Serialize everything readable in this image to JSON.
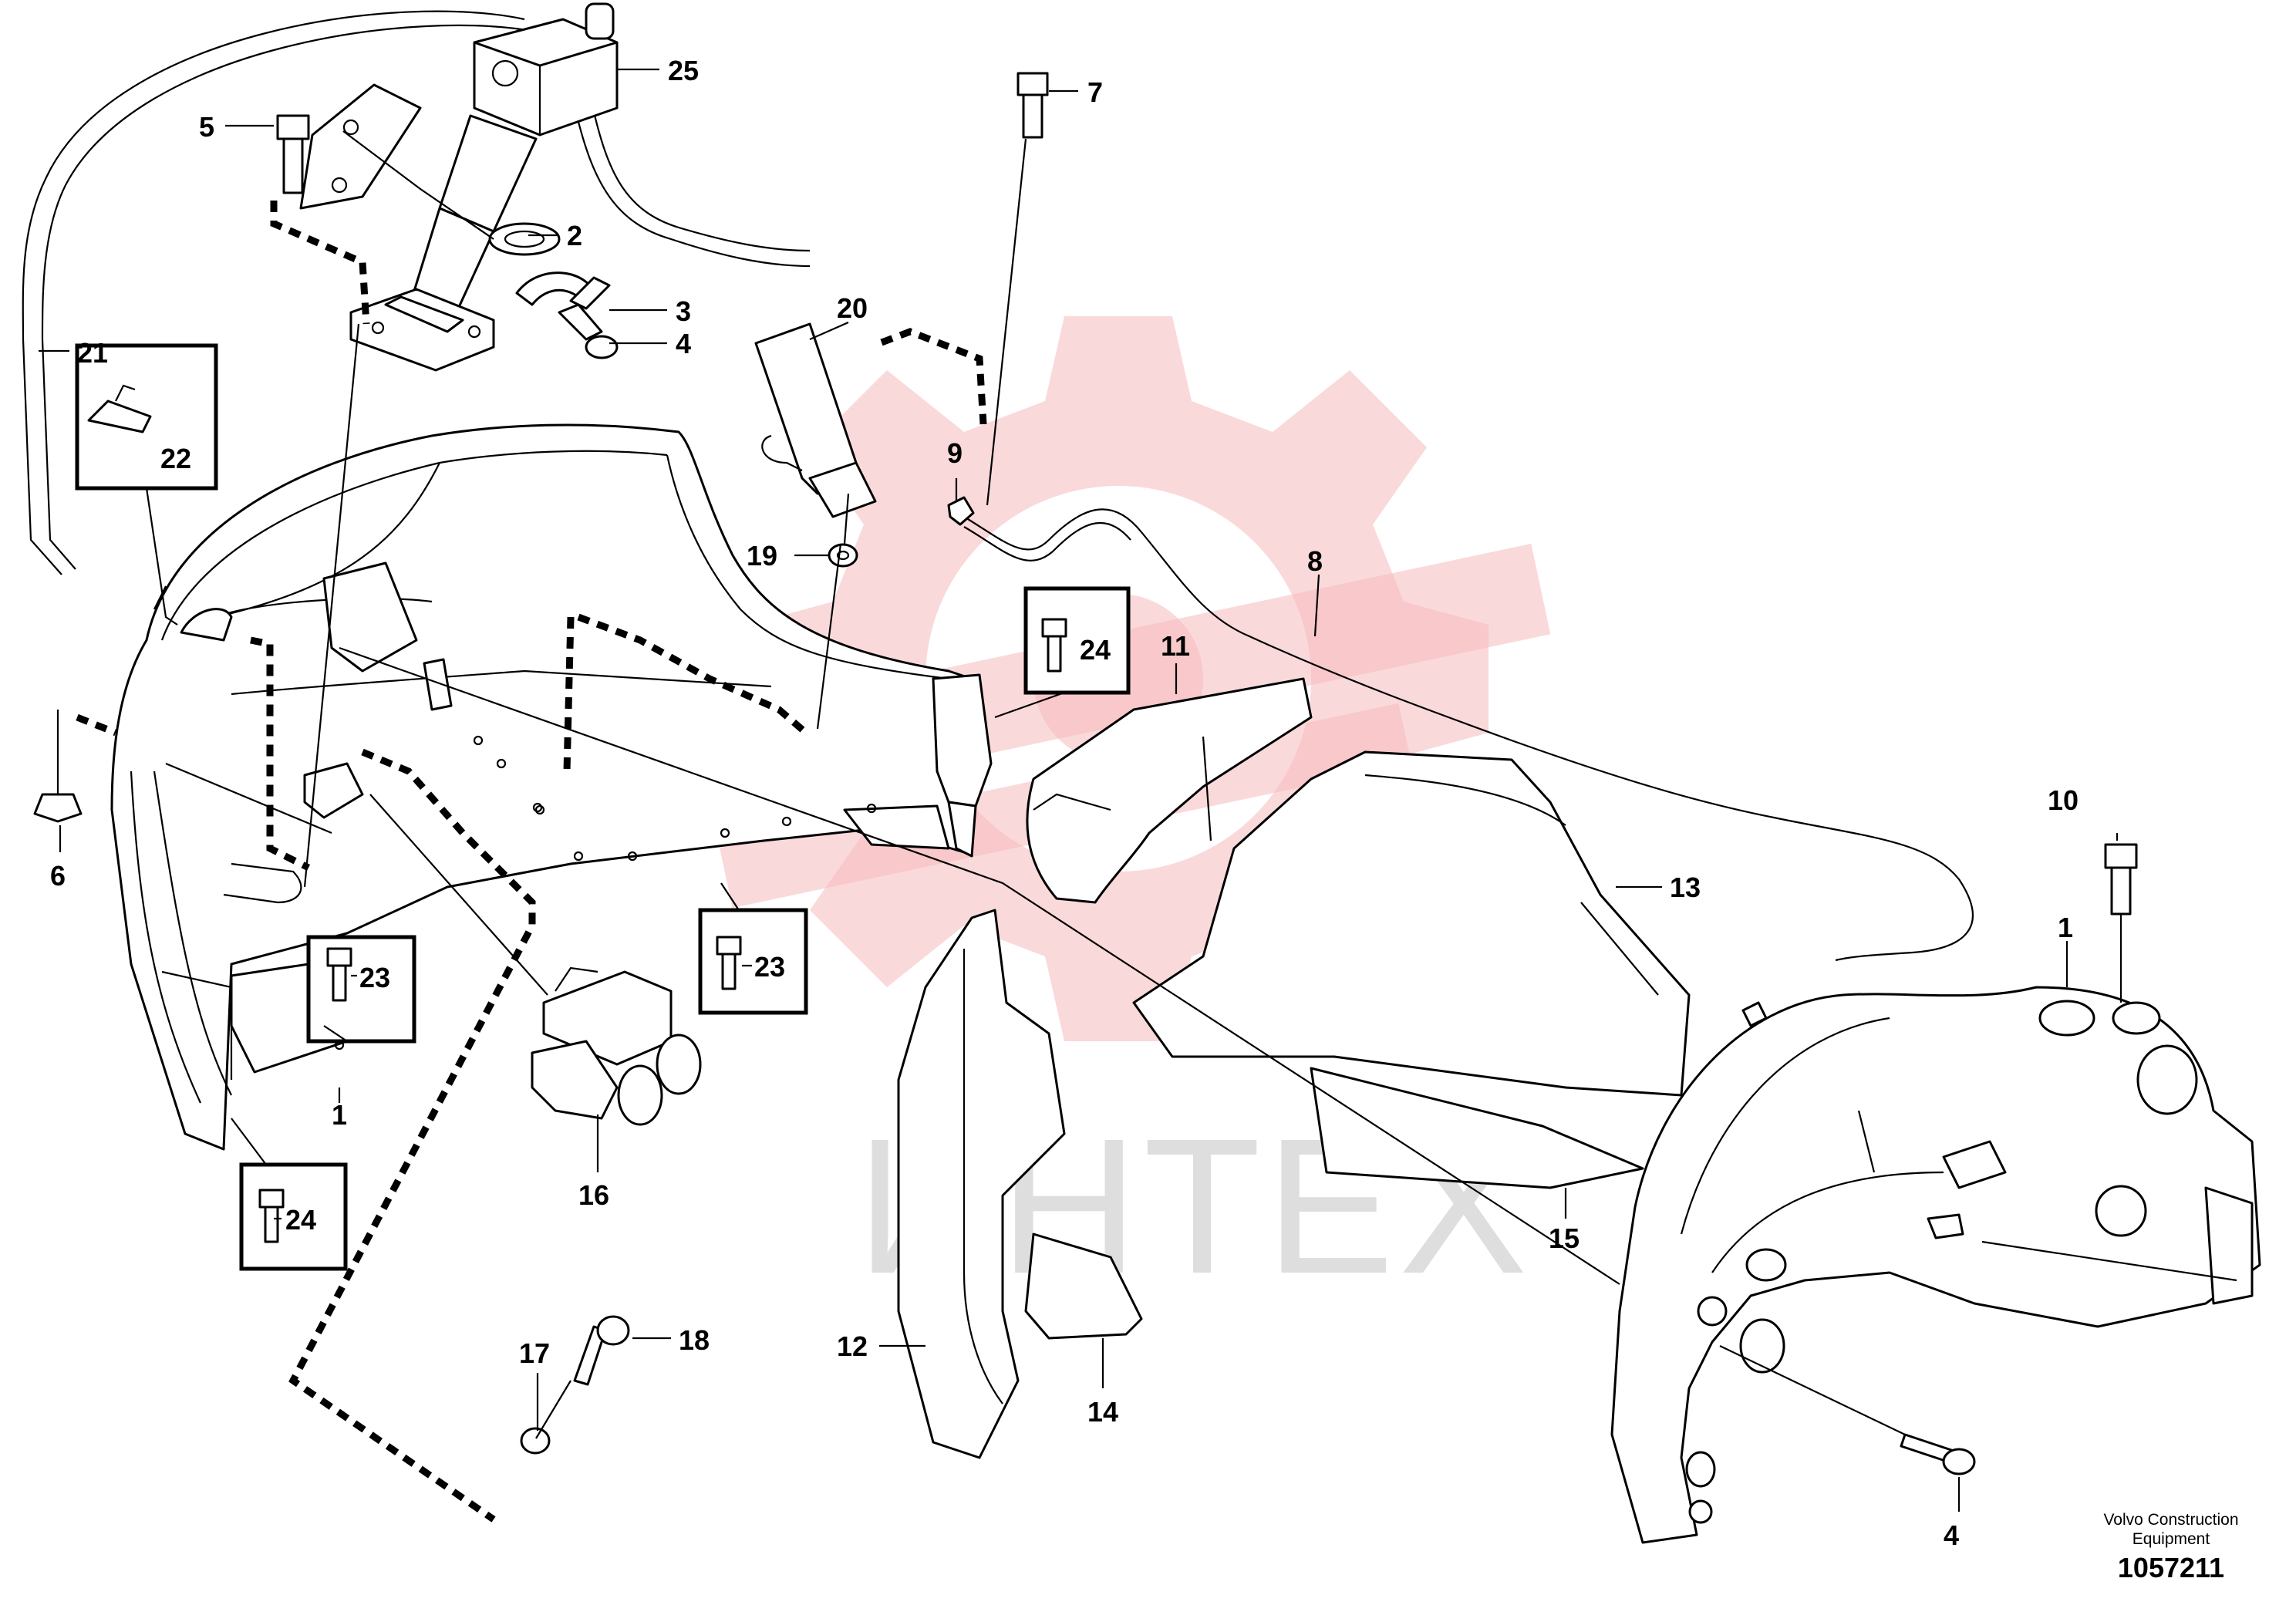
{
  "watermark": {
    "text": "ИНТЕХ",
    "gear_color": "#f6b9bd",
    "text_color": "#d4d4d4"
  },
  "callouts": {
    "c25": "25",
    "c7": "7",
    "c5": "5",
    "c2": "2",
    "c3": "3",
    "c4a": "4",
    "c21": "21",
    "c20": "20",
    "c22": "22",
    "c9": "9",
    "c19": "19",
    "c8": "8",
    "c24a": "24",
    "c11": "11",
    "c6": "6",
    "c13": "13",
    "c10": "10",
    "c1a": "1",
    "c23a": "23",
    "c23b": "23",
    "c1b": "1",
    "c24b": "24",
    "c16": "16",
    "c15": "15",
    "c12": "12",
    "c14": "14",
    "c17": "17",
    "c18": "18",
    "c4b": "4"
  },
  "footer": {
    "publisher_line1": "Volvo Construction",
    "publisher_line2": "Equipment",
    "drawing_number": "1057211"
  }
}
